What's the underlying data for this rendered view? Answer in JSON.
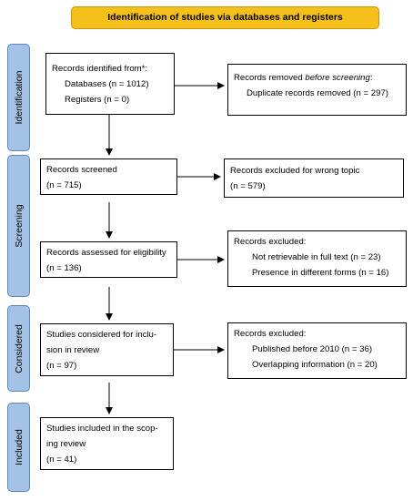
{
  "header": {
    "title": "Identification of studies via databases and registers"
  },
  "phases": {
    "identification": "Identification",
    "screening": "Screening",
    "considered": "Considered",
    "included": "Included"
  },
  "boxes": {
    "records_identified": {
      "line1": "Records identified from*:",
      "line2": "Databases (n = 1012)",
      "line3": "Registers (n = 0)"
    },
    "records_removed": {
      "line1_prefix": "Records removed ",
      "line1_italic": "before screening",
      "line1_suffix": ":",
      "line2": "Duplicate records removed (n = 297)"
    },
    "records_screened": {
      "line1": "Records screened",
      "line2": "(n = 715)"
    },
    "excluded_topic": {
      "line1": "Records excluded for wrong topic",
      "line2": "(n = 579)"
    },
    "assessed_eligibility": {
      "line1": "Records assessed for eligibility",
      "line2": "(n = 136)"
    },
    "excluded_fulltext": {
      "line1": "Records excluded:",
      "line2": "Not retrievable in full text (n = 23)",
      "line3": "Presence in different forms (n = 16)"
    },
    "considered_inclusion": {
      "line1": "Studies considered for inclu-",
      "line2": "sion in review",
      "line3": "(n = 97)"
    },
    "excluded_published": {
      "line1": "Records excluded:",
      "line2": "Published before 2010 (n = 36)",
      "line3": "Overlapping information (n = 20)"
    },
    "included_review": {
      "line1": "Studies included in the scop-",
      "line2": "ing review",
      "line3": "(n = 41)"
    }
  }
}
